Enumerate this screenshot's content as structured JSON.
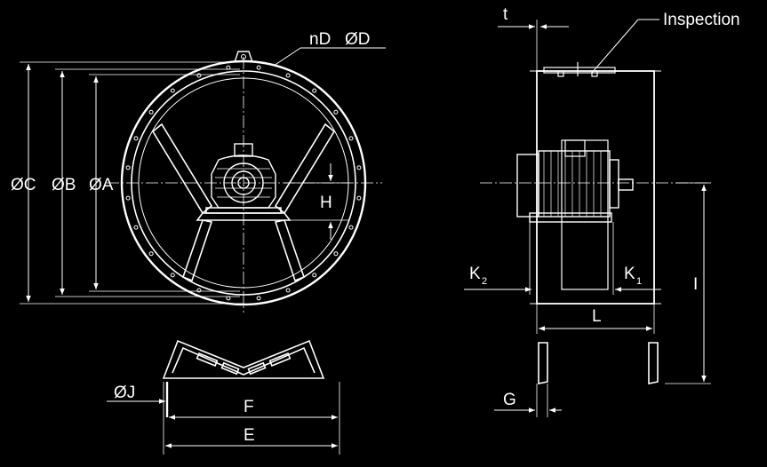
{
  "labels": {
    "nd": "nD",
    "phi_d": "ØD",
    "phi_c": "ØC",
    "phi_b": "ØB",
    "phi_a": "ØA",
    "h": "H",
    "phi_j": "ØJ",
    "f": "F",
    "e": "E",
    "t": "t",
    "inspection": "Inspection",
    "k2": "K",
    "k2_sub": "2",
    "k1": "K",
    "k1_sub": "1",
    "l": "L",
    "i": "I",
    "g": "G"
  },
  "colors": {
    "background": "#000000",
    "line": "#ffffff"
  }
}
